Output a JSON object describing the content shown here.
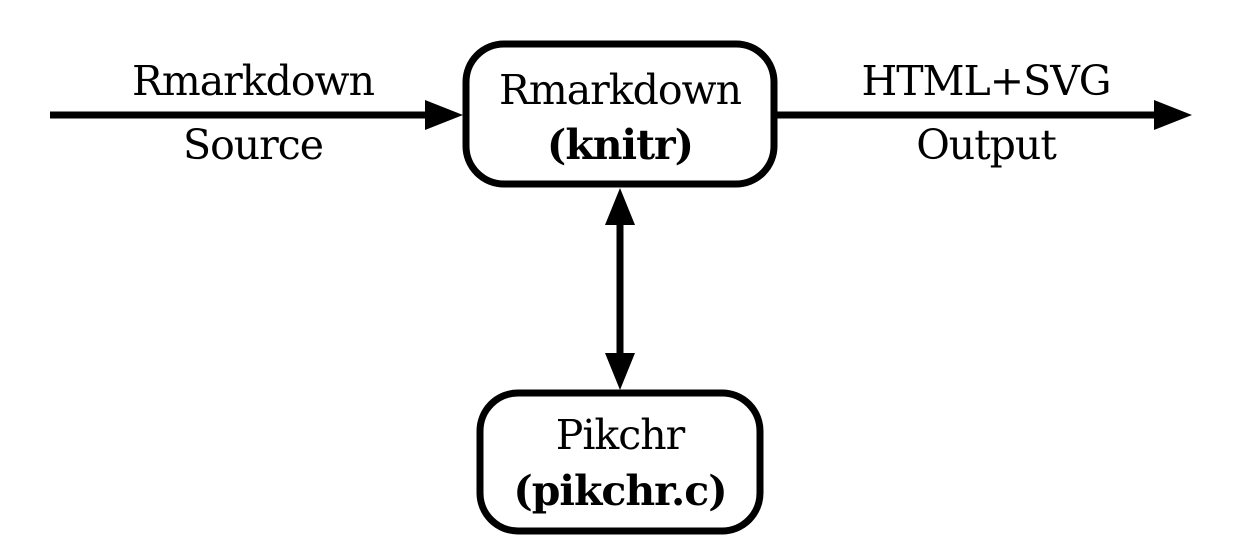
{
  "diagram": {
    "type": "flowchart",
    "background_color": "#ffffff",
    "stroke_color": "#000000",
    "box_fill_color": "#ffffff",
    "input_arrow": {
      "label_top": "Rmarkdown",
      "label_bottom": "Source"
    },
    "knitr_box": {
      "line1": "Rmarkdown",
      "line2": "(knitr)"
    },
    "output_arrow": {
      "label_top": "HTML+SVG",
      "label_bottom": "Output"
    },
    "pikchr_box": {
      "line1": "Pikchr",
      "line2": "(pikchr.c)"
    }
  }
}
